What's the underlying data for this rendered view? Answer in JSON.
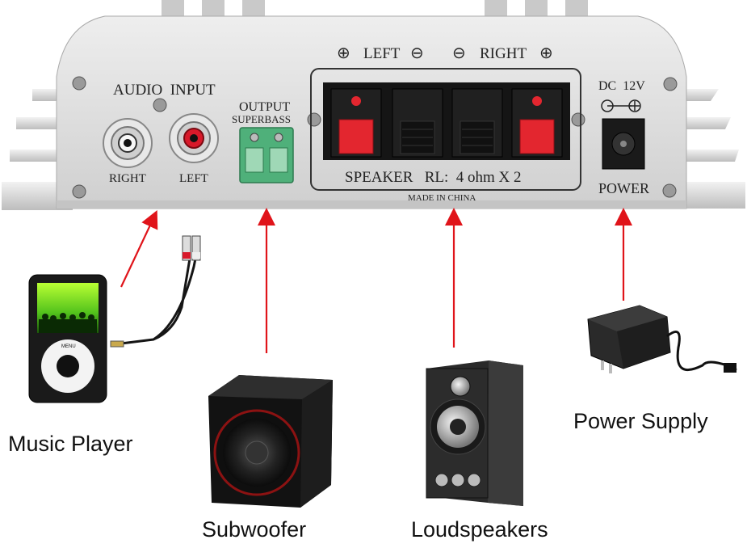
{
  "panel": {
    "audio_input_label": "AUDIO  INPUT",
    "right_label": "RIGHT",
    "left_label": "LEFT",
    "output_label": "OUTPUT",
    "superbass_label": "SUPERBASS",
    "speaker_left_label": "LEFT",
    "speaker_right_label": "RIGHT",
    "speaker_spec": "SPEAKER   RL:  4 ohm X 2",
    "made_in": "MADE IN CHINA",
    "dc_label": "DC  12V",
    "power_label": "POWER",
    "plus_symbol": "⊕",
    "minus_symbol": "⊖"
  },
  "devices": {
    "music_player": "Music Player",
    "subwoofer": "Subwoofer",
    "loudspeakers": "Loudspeakers",
    "power_supply": "Power Supply",
    "player_menu": "MENU"
  },
  "colors": {
    "arrow": "#e0141a",
    "panel": "#d9d9d9",
    "rca_red": "#d8192a",
    "terminal_red": "#e3262f",
    "terminal_green": "#4fb07a"
  }
}
